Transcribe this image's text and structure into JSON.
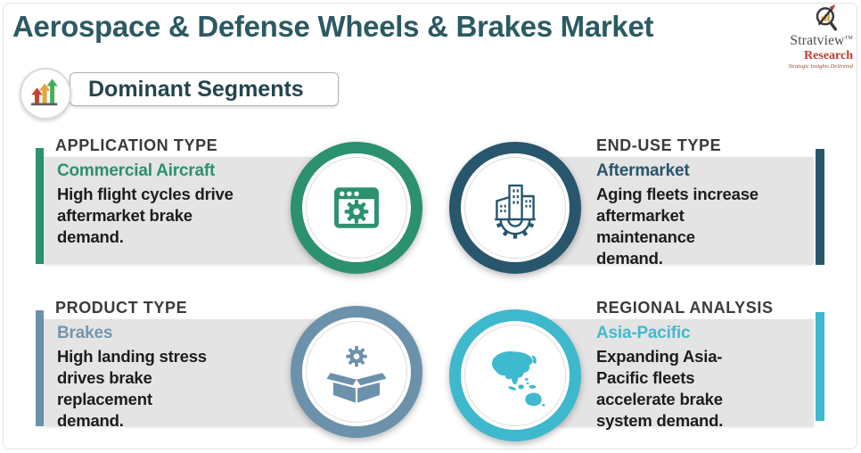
{
  "header": {
    "title": "Aerospace & Defense Wheels & Brakes Market",
    "logo": {
      "brand": "Stratview",
      "trademark": "TM",
      "brand2": "Research",
      "tagline": "Strategic Insights Delivered"
    }
  },
  "badge": {
    "label": "Dominant Segments",
    "icon": "rising-arrows-icon"
  },
  "colors": {
    "title_teal": "#2B5A63",
    "panel_gray": "#E4E4E4",
    "green": "#2B9170",
    "navy": "#27566D",
    "steel_blue": "#6C92AB",
    "cyan": "#3DB8CD",
    "logo_red": "#C23B2E",
    "heading_text": "#3A3A3A",
    "body_text": "#1D1D1D"
  },
  "segments": [
    {
      "heading": "APPLICATION TYPE",
      "subheading": "Commercial Aircraft",
      "description": "High flight cycles drive\naftermarket brake\ndemand.",
      "accent": "#2B9170",
      "icon": "browser-gear-icon"
    },
    {
      "heading": "END-USE TYPE",
      "subheading": "Aftermarket",
      "description": "Aging fleets increase\naftermarket\nmaintenance\ndemand.",
      "accent": "#27566D",
      "icon": "buildings-gear-icon"
    },
    {
      "heading": "PRODUCT TYPE",
      "subheading": "Brakes",
      "description": "High landing stress\ndrives brake\nreplacement\ndemand.",
      "accent": "#6C92AB",
      "icon": "open-box-gear-icon"
    },
    {
      "heading": "REGIONAL ANALYSIS",
      "subheading": "Asia-Pacific",
      "description": "Expanding Asia-\nPacific fleets\naccelerate brake\nsystem demand.",
      "accent": "#3DB8CD",
      "icon": "asia-pacific-map-icon"
    }
  ]
}
